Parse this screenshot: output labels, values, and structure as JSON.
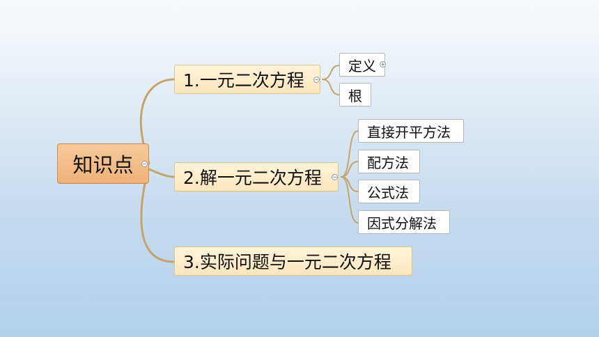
{
  "root": {
    "label": "知识点"
  },
  "branches": [
    {
      "label": "1.一元二次方程",
      "children": [
        "定义",
        "根"
      ]
    },
    {
      "label": "2.解一元二次方程",
      "children": [
        "直接开平方法",
        "配方法",
        "公式法",
        "因式分解法"
      ]
    },
    {
      "label": "3.实际问题与一元二次方程",
      "children": []
    }
  ],
  "icons": {
    "collapse": "minus-toggle-icon",
    "expand": "plus-toggle-icon"
  },
  "colors": {
    "connector": "#c5a46a",
    "root_fill": "#f2bb84",
    "branch_fill": "#fdecc8"
  }
}
